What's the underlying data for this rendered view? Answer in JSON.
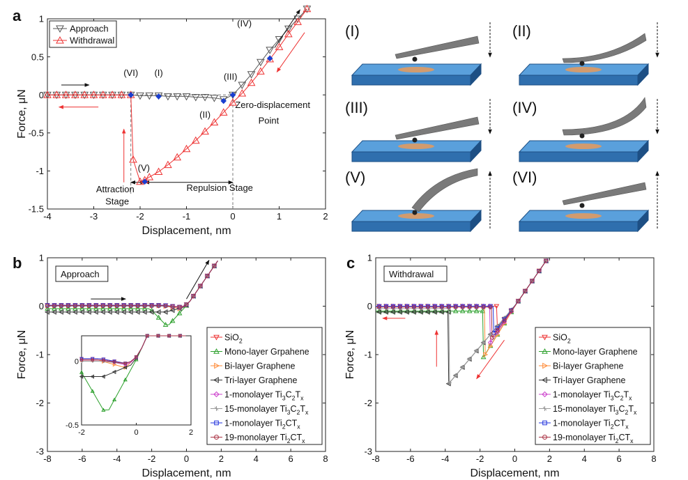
{
  "panel_labels": [
    "a",
    "b",
    "c"
  ],
  "colors": {
    "approach": "#555555",
    "withdrawal": "#ee3333",
    "marker": "#1a3fd0",
    "guide": "#777777",
    "substrate_top": "#5aa0dc",
    "substrate_front": "#2f6fae",
    "substrate_side": "#1d4f84",
    "patch": "#e89a5a",
    "cantilever": "#7a7a7a"
  },
  "schematics": {
    "labels": [
      "(I)",
      "(II)",
      "(III)",
      "(IV)",
      "(V)",
      "(VI)"
    ],
    "directions": [
      "down",
      "down",
      "down",
      "down",
      "up",
      "up"
    ]
  },
  "chart_data": [
    {
      "id": "a",
      "type": "line",
      "xlabel": "Displacement, nm",
      "ylabel": "Force, μN",
      "xlim": [
        -4,
        2
      ],
      "ylim": [
        -1.5,
        1
      ],
      "xticks": [
        -4,
        -3,
        -2,
        -1,
        0,
        1,
        2
      ],
      "yticks": [
        -1.5,
        -1,
        -0.5,
        0,
        0.5,
        1
      ],
      "xtick_labels": [
        "-4",
        "-3",
        "-2",
        "-1",
        "0",
        "1",
        "2"
      ],
      "ytick_labels": [
        "-1.5",
        "-1",
        "-0.5",
        "0",
        "0.5",
        "1"
      ],
      "grid": false,
      "legend": "top-left",
      "series": [
        {
          "name": "Approach",
          "color": "#555555",
          "marker": "triangle-down",
          "x": [
            -4.0,
            -3.8,
            -3.6,
            -3.4,
            -3.2,
            -3.0,
            -2.8,
            -2.6,
            -2.4,
            -2.2,
            -2.0,
            -1.8,
            -1.6,
            -1.4,
            -1.2,
            -1.0,
            -0.8,
            -0.6,
            -0.4,
            -0.2,
            0.0,
            0.2,
            0.4,
            0.6,
            0.8,
            1.0,
            1.2,
            1.4,
            1.6
          ],
          "y": [
            0.0,
            0.0,
            0.0,
            0.0,
            0.0,
            0.0,
            0.0,
            0.0,
            0.0,
            0.0,
            -0.01,
            -0.01,
            -0.01,
            -0.02,
            -0.02,
            -0.02,
            -0.03,
            -0.03,
            -0.04,
            -0.06,
            0.0,
            0.13,
            0.27,
            0.43,
            0.59,
            0.73,
            0.87,
            1.0,
            1.13
          ]
        },
        {
          "name": "Withdrawal",
          "color": "#ee3333",
          "marker": "triangle-up",
          "x": [
            1.6,
            1.4,
            1.2,
            1.0,
            0.8,
            0.6,
            0.4,
            0.2,
            0.0,
            -0.2,
            -0.4,
            -0.6,
            -0.8,
            -1.0,
            -1.2,
            -1.4,
            -1.6,
            -1.8,
            -1.9,
            -2.0,
            -2.15,
            -2.2,
            -2.4,
            -2.6,
            -2.8,
            -3.0,
            -3.2,
            -3.4,
            -3.6,
            -3.8,
            -4.0
          ],
          "y": [
            1.13,
            0.96,
            0.8,
            0.63,
            0.47,
            0.31,
            0.16,
            0.02,
            -0.1,
            -0.23,
            -0.36,
            -0.48,
            -0.6,
            -0.71,
            -0.82,
            -0.92,
            -1.01,
            -1.08,
            -1.12,
            -1.14,
            -0.85,
            0.0,
            0.0,
            0.0,
            0.0,
            0.0,
            0.0,
            0.0,
            0.0,
            0.0,
            0.0
          ]
        },
        {
          "name": "markers",
          "color": "#1a3fd0",
          "marker": "diamond",
          "x": [
            -2.2,
            -1.6,
            -0.2,
            0.0,
            0.8,
            -1.9
          ],
          "y": [
            0.0,
            -0.02,
            -0.08,
            0.0,
            0.48,
            -1.14
          ]
        }
      ],
      "annotations": [
        {
          "text": "(IV)",
          "x": 0.25,
          "y": 0.9
        },
        {
          "text": "(VI)",
          "x": -2.2,
          "y": 0.25
        },
        {
          "text": "(I)",
          "x": -1.6,
          "y": 0.25
        },
        {
          "text": "(III)",
          "x": -0.05,
          "y": 0.2
        },
        {
          "text": "(II)",
          "x": -0.6,
          "y": -0.3
        },
        {
          "text": "(V)",
          "x": -2.05,
          "y": -1.0
        },
        {
          "text": "Zero-displacement",
          "x": 0.05,
          "y": -0.17
        },
        {
          "text": "Point",
          "x": 0.55,
          "y": -0.38
        },
        {
          "text": "Repulsion Stage",
          "x": -1.0,
          "y": -1.26
        },
        {
          "text": "Attraction",
          "x": -2.95,
          "y": -1.28
        },
        {
          "text": "Stage",
          "x": -2.75,
          "y": -1.44
        }
      ],
      "guides": {
        "attraction_x": -2.2,
        "zero_x": 0.0,
        "zero_y": 0.0
      },
      "stage_arrow_y": -1.15
    },
    {
      "id": "b",
      "type": "line",
      "xlabel": "Displacement, nm",
      "ylabel": "Force, μN",
      "xlim": [
        -8,
        8
      ],
      "ylim": [
        -3,
        1
      ],
      "xticks": [
        -8,
        -6,
        -4,
        -2,
        0,
        2,
        4,
        6,
        8
      ],
      "yticks": [
        -3,
        -2,
        -1,
        0,
        1
      ],
      "xtick_labels": [
        "-8",
        "-6",
        "-4",
        "-2",
        "0",
        "2",
        "4",
        "6",
        "8"
      ],
      "ytick_labels": [
        "-3",
        "-2",
        "-1",
        "0",
        "1"
      ],
      "grid": false,
      "legend": "bottom-right",
      "label_box": "Approach",
      "series": [
        {
          "name": "SiO2",
          "color": "#ee3333",
          "marker": "triangle-down",
          "dip_x": -0.3,
          "dip_y": -0.02,
          "flat_y": 0.02
        },
        {
          "name": "Mono-layer Grpahene",
          "color": "#2ca02c",
          "marker": "triangle-up",
          "dip_x": -1.1,
          "dip_y": -0.42,
          "flat_y": -0.05
        },
        {
          "name": "Bi-layer Graphene",
          "color": "#ff8c3a",
          "marker": "triangle-right",
          "dip_x": -0.4,
          "dip_y": -0.05,
          "flat_y": 0.01
        },
        {
          "name": "Tri-layer Graphene",
          "color": "#333333",
          "marker": "triangle-left",
          "dip_x": -0.2,
          "dip_y": -0.03,
          "flat_y": -0.12
        },
        {
          "name": "1-monolayer Ti3C2Tx",
          "color": "#cc44cc",
          "marker": "diamond",
          "dip_x": -0.3,
          "dip_y": -0.03,
          "flat_y": 0.01
        },
        {
          "name": "15-monolayer Ti3C2Tx",
          "color": "#999999",
          "marker": "star",
          "dip_x": -0.3,
          "dip_y": -0.02,
          "flat_y": 0.0
        },
        {
          "name": "1-monolayer Ti2CTx",
          "color": "#2233dd",
          "marker": "square",
          "dip_x": -0.3,
          "dip_y": -0.02,
          "flat_y": 0.02
        },
        {
          "name": "19-monolayer Ti2CTx",
          "color": "#aa3344",
          "marker": "circle",
          "dip_x": -0.3,
          "dip_y": -0.02,
          "flat_y": 0.01
        }
      ],
      "inset": {
        "xlim": [
          -2,
          2
        ],
        "ylim": [
          -0.5,
          0.2
        ],
        "xticks": [
          -2,
          0,
          2
        ],
        "yticks": [
          -0.5,
          0
        ],
        "xtick_labels": [
          "-2",
          "0",
          "2"
        ],
        "ytick_labels": [
          "-0.5",
          "0"
        ]
      }
    },
    {
      "id": "c",
      "type": "line",
      "xlabel": "Displacement, nm",
      "ylabel": "Force, μN",
      "xlim": [
        -8,
        8
      ],
      "ylim": [
        -3,
        1
      ],
      "xticks": [
        -8,
        -6,
        -4,
        -2,
        0,
        2,
        4,
        6,
        8
      ],
      "yticks": [
        -3,
        -2,
        -1,
        0,
        1
      ],
      "xtick_labels": [
        "-8",
        "-6",
        "-4",
        "-2",
        "0",
        "2",
        "4",
        "6",
        "8"
      ],
      "ytick_labels": [
        "-3",
        "-2",
        "-1",
        "0",
        "1"
      ],
      "grid": false,
      "legend": "bottom-right",
      "label_box": "Withdrawal",
      "series": [
        {
          "name": "SiO2",
          "color": "#ee3333",
          "marker": "triangle-down",
          "jump_x": -1.0,
          "min_y": -0.45,
          "flat_y": 0.0
        },
        {
          "name": "Mono-layer Graphene",
          "color": "#2ca02c",
          "marker": "triangle-up",
          "jump_x": -1.8,
          "min_y": -1.05,
          "flat_y": -0.1
        },
        {
          "name": "Bi-layer Graphene",
          "color": "#ff8c3a",
          "marker": "triangle-right",
          "jump_x": -1.7,
          "min_y": -1.0,
          "flat_y": 0.0
        },
        {
          "name": "Tri-layer Graphene",
          "color": "#333333",
          "marker": "triangle-left",
          "jump_x": -3.8,
          "min_y": -1.6,
          "flat_y": -0.12
        },
        {
          "name": "1-monolayer Ti3C2Tx",
          "color": "#cc44cc",
          "marker": "diamond",
          "jump_x": -1.4,
          "min_y": -0.75,
          "flat_y": 0.0
        },
        {
          "name": "15-monolayer Ti3C2Tx",
          "color": "#999999",
          "marker": "star",
          "jump_x": -3.75,
          "min_y": -1.58,
          "flat_y": -0.05
        },
        {
          "name": "1-monolayer Ti2CTx",
          "color": "#2233dd",
          "marker": "square",
          "jump_x": -1.2,
          "min_y": -0.55,
          "flat_y": 0.0
        },
        {
          "name": "19-monolayer Ti2CTx",
          "color": "#aa3344",
          "marker": "circle",
          "jump_x": -1.3,
          "min_y": -0.65,
          "flat_y": -0.02
        }
      ]
    }
  ]
}
